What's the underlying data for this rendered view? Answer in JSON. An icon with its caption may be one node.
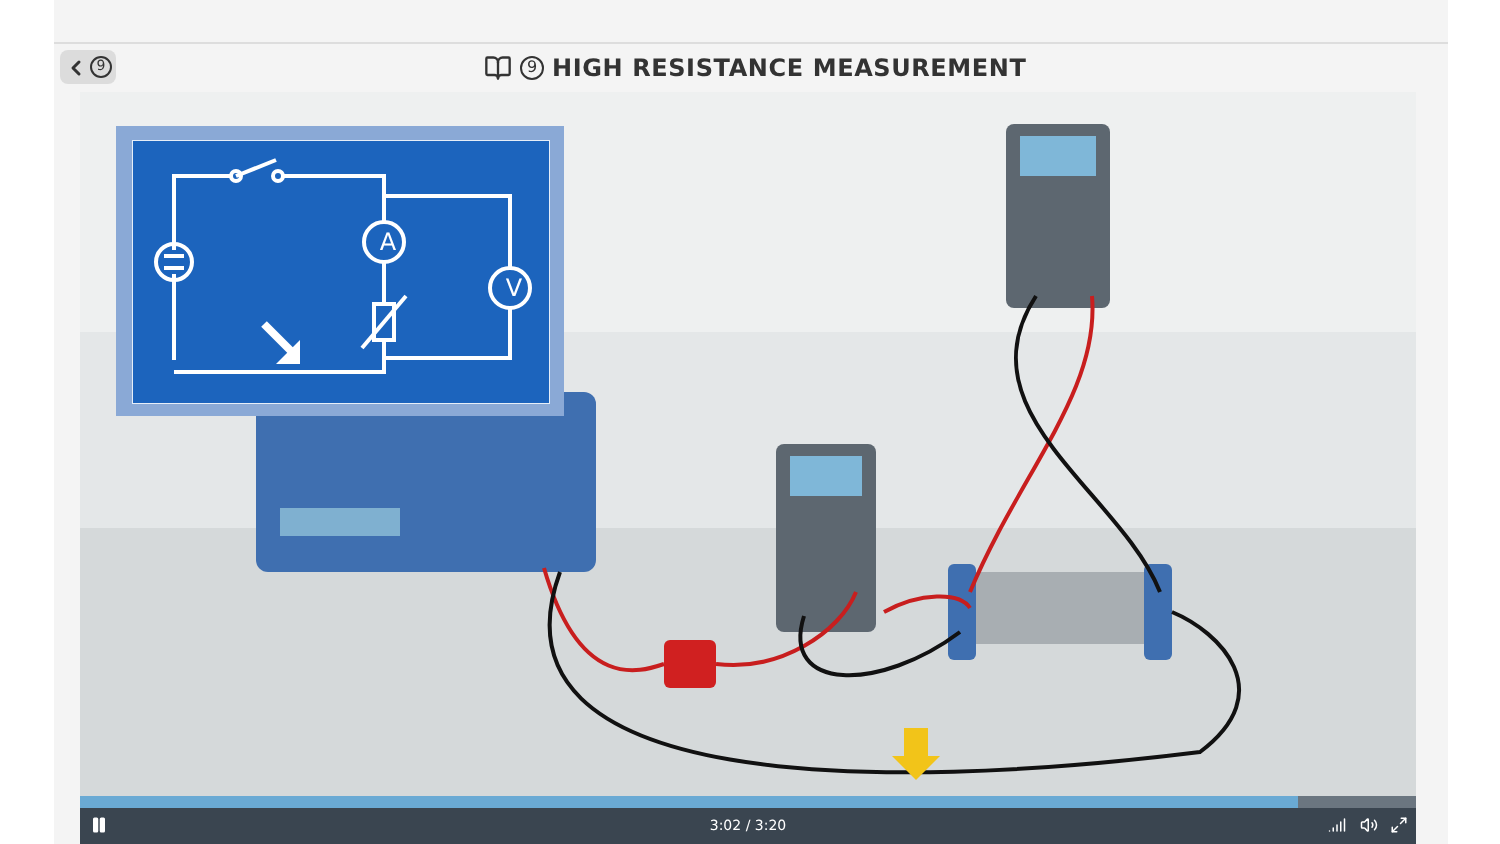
{
  "diagram": {
    "title": "HIGH RESISTANCE MEASUREMENT",
    "labels": [
      "9",
      "9",
      "A",
      "V",
      "3:02 / 3:20"
    ]
  }
}
